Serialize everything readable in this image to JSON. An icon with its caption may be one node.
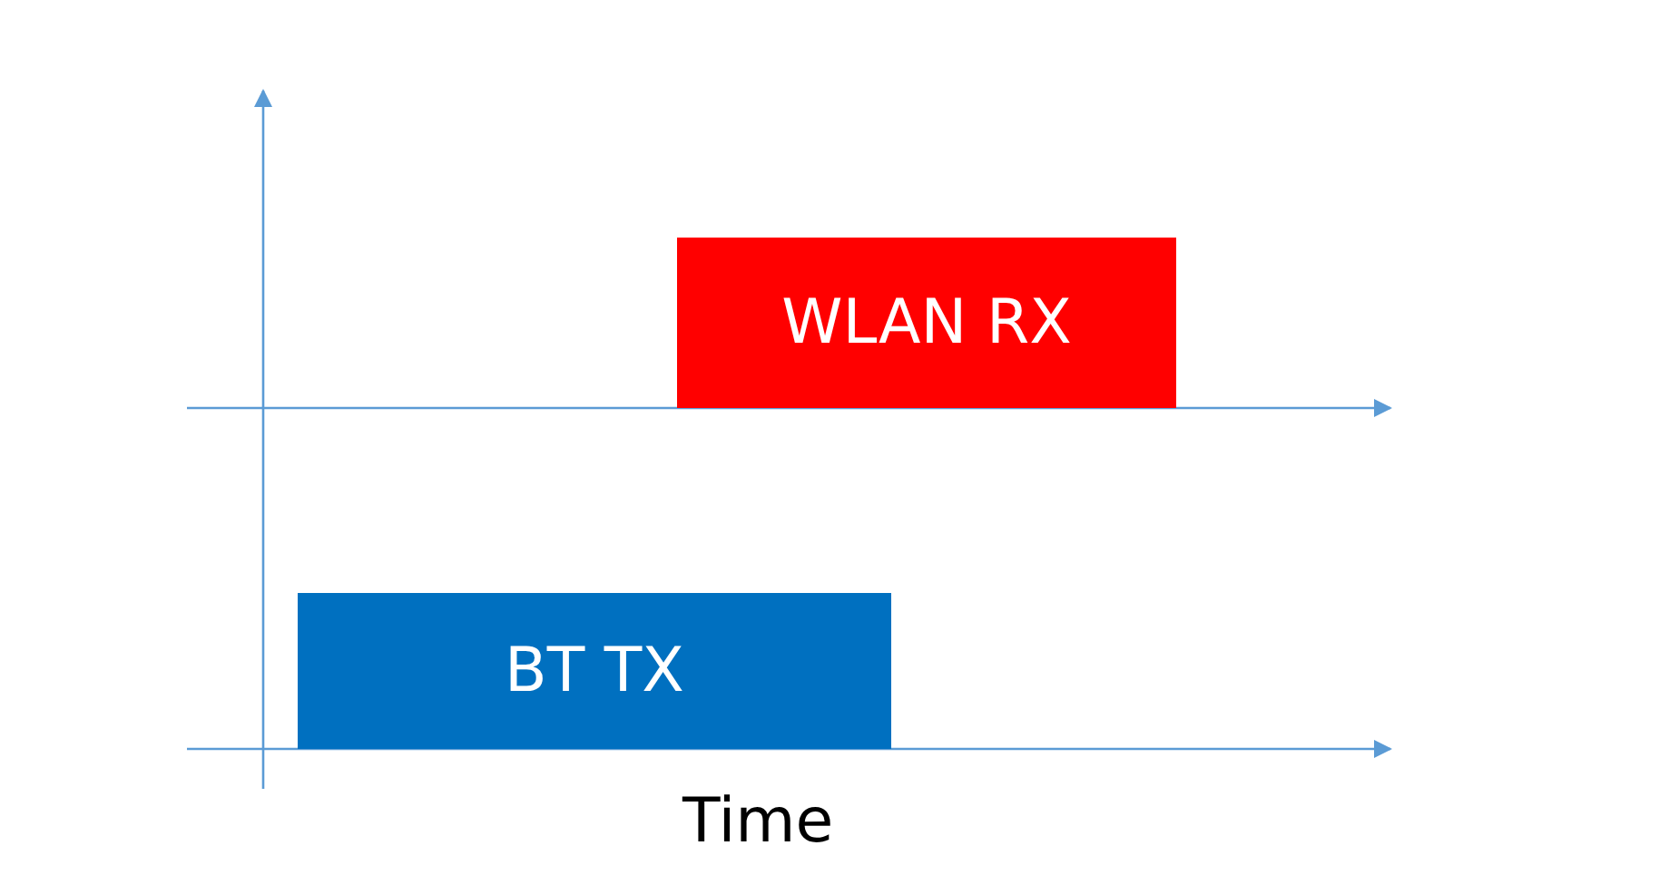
{
  "diagram": {
    "nodes": [
      {
        "text": [
          "WLAN RX"
        ]
      },
      {
        "text": [
          "BT TX"
        ]
      }
    ],
    "labels": [
      "Time"
    ]
  }
}
